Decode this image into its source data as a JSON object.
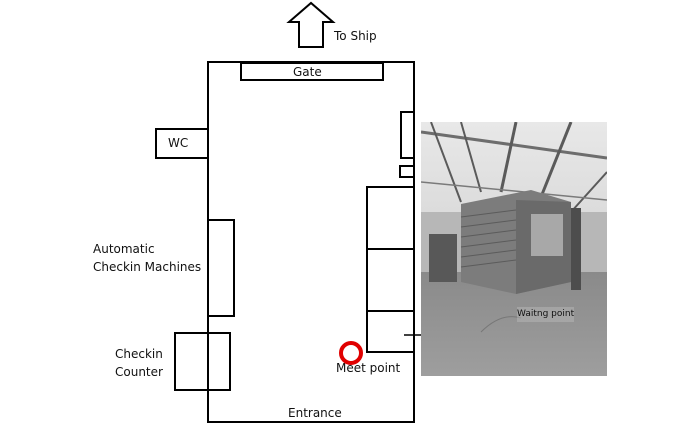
{
  "labels": {
    "to_ship": "To Ship",
    "gate": "Gate",
    "wc": "WC",
    "auto_checkin_line1": "Automatic",
    "auto_checkin_line2": "Checkin Machines",
    "checkin_counter_line1": "Checkin",
    "checkin_counter_line2": "Counter",
    "meet_point": "Meet point",
    "waiting_point": "Waitng point",
    "entrance": "Entrance"
  },
  "colors": {
    "outline": "#000000",
    "meet_marker": "#e00000"
  },
  "icons": {
    "direction_arrow": "up-arrow-icon",
    "meet_marker": "circle-marker-icon"
  }
}
